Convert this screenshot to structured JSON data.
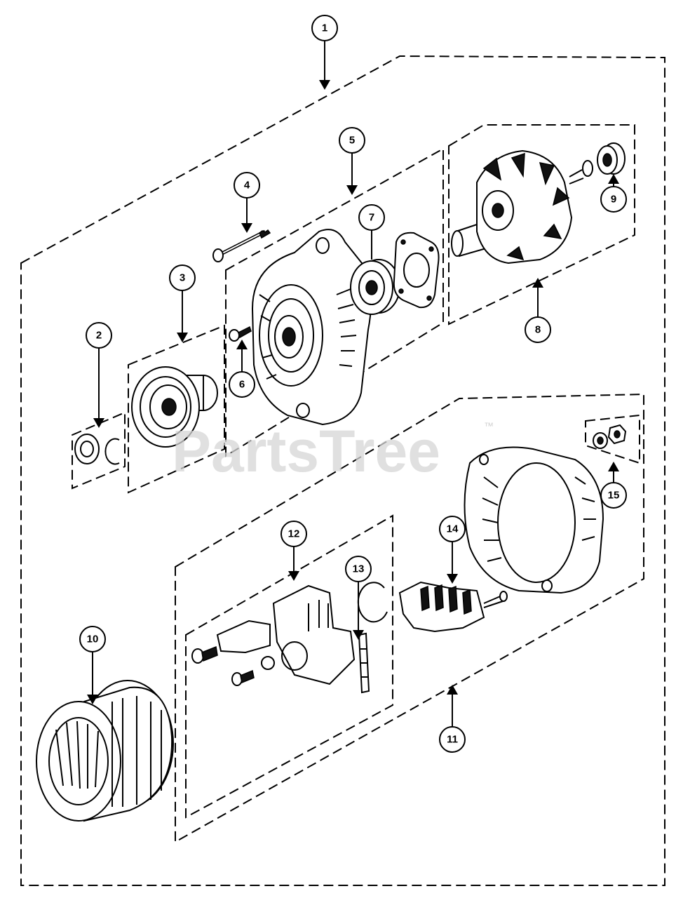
{
  "callouts": [
    "1",
    "2",
    "3",
    "4",
    "5",
    "6",
    "7",
    "8",
    "9",
    "10",
    "11",
    "12",
    "13",
    "14",
    "15"
  ],
  "watermark": {
    "text": "PartsTree",
    "mark": "™"
  }
}
